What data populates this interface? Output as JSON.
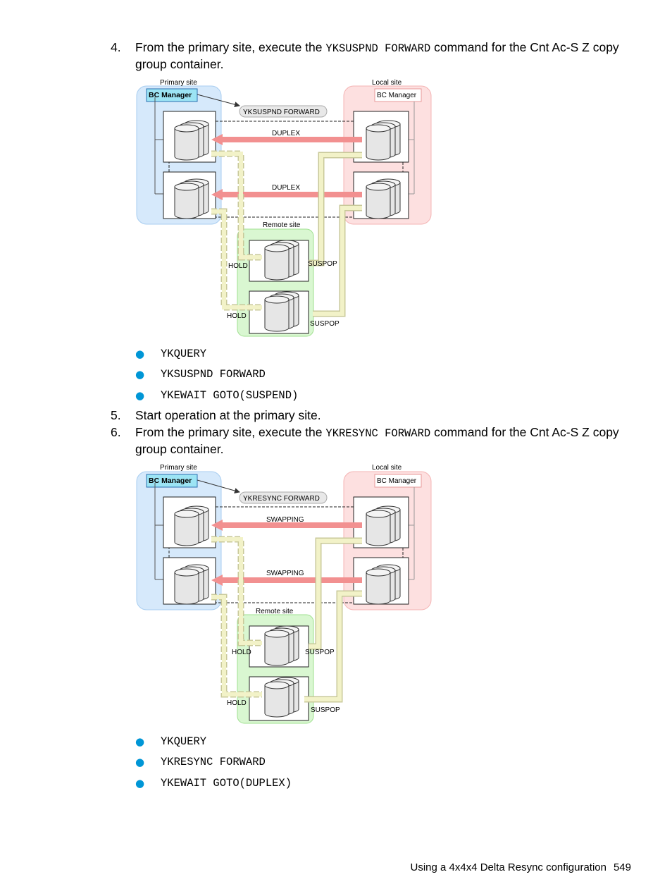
{
  "steps": [
    {
      "num": "4.",
      "pre": "From the primary site, execute the ",
      "cmd": "YKSUSPND FORWARD",
      "post": " command for the Cnt Ac-S Z copy",
      "line2": "group container."
    },
    {
      "num": "5.",
      "text": "Start operation at the primary site."
    },
    {
      "num": "6.",
      "pre": "From the primary site, execute the ",
      "cmd": "YKRESYNC FORWARD",
      "post": " command for the Cnt Ac-S Z copy",
      "line2": "group container."
    }
  ],
  "bullets1": [
    "YKQUERY",
    "YKSUSPND FORWARD",
    "YKEWAIT GOTO(SUSPEND)"
  ],
  "bullets2": [
    "YKQUERY",
    "YKRESYNC FORWARD",
    "YKEWAIT GOTO(DUPLEX)"
  ],
  "diagram1": {
    "primary_site": "Primary site",
    "local_site": "Local site",
    "remote_site": "Remote site",
    "bc_manager_primary": "BC Manager",
    "bc_manager_local": "BC Manager",
    "command": "YKSUSPND FORWARD",
    "pair_status_top": "DUPLEX",
    "pair_status_bottom": "DUPLEX",
    "remote_left_top": "HOLD",
    "remote_left_bottom": "HOLD",
    "remote_right_top": "SUSPOP",
    "remote_right_bottom": "SUSPOP"
  },
  "diagram2": {
    "primary_site": "Primary site",
    "local_site": "Local site",
    "remote_site": "Remote site",
    "bc_manager_primary": "BC Manager",
    "bc_manager_local": "BC Manager",
    "command": "YKRESYNC FORWARD",
    "pair_status_top": "SWAPPING",
    "pair_status_bottom": "SWAPPING",
    "remote_left_top": "HOLD",
    "remote_left_bottom": "HOLD",
    "remote_right_top": "SUSPOP",
    "remote_right_bottom": "SUSPOP"
  },
  "footer": {
    "title": "Using a 4x4x4 Delta Resync configuration",
    "page": "549"
  },
  "colors": {
    "primary_fill": "#d6e9fb",
    "local_fill": "#fde0e0",
    "remote_fill": "#d9f7d1",
    "pair_arrow": "#f29090",
    "copy_arrow": "#f2f2c8",
    "bullet": "#0096d6"
  }
}
